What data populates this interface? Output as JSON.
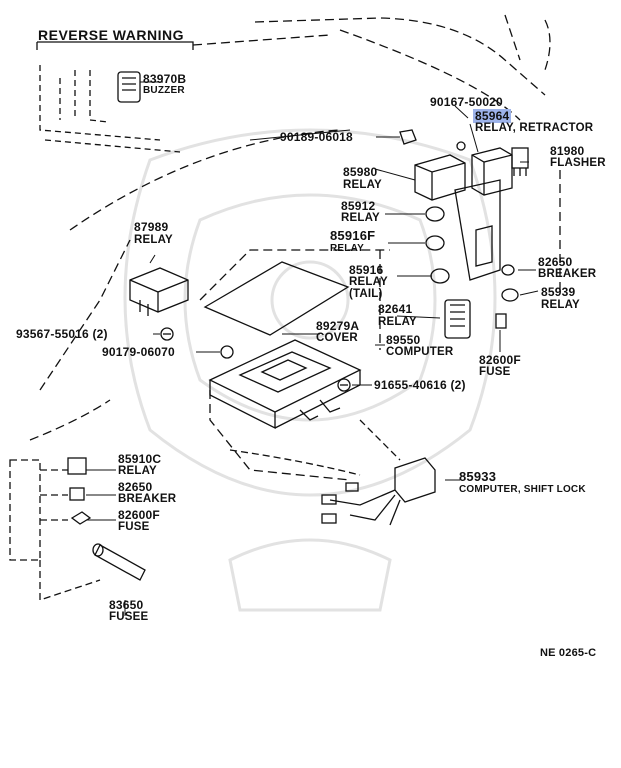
{
  "section_title": "REVERSE WARNING",
  "diagram_code": "NE 0265-C",
  "colors": {
    "highlight": "#9db3ea",
    "line": "#111111",
    "watermark": "#e2e2e2"
  },
  "parts": {
    "p83970B": {
      "number": "83970B",
      "name": "BUZZER"
    },
    "p90167": {
      "number": "90167-50020"
    },
    "p85964": {
      "number": "85964",
      "name": "RELAY, RETRACTOR"
    },
    "p90189": {
      "number": "90189-06018"
    },
    "p81980": {
      "number": "81980",
      "name": "FLASHER"
    },
    "p85980": {
      "number": "85980",
      "name": "RELAY"
    },
    "p85912": {
      "number": "85912",
      "name": "RELAY"
    },
    "p85916F": {
      "number": "85916F",
      "name": "RELAY"
    },
    "p87989": {
      "number": "87989",
      "name": "RELAY"
    },
    "p82650a": {
      "number": "82650",
      "name": "BREAKER"
    },
    "p85916": {
      "number": "85916",
      "name": "RELAY",
      "note": "(TAIL)"
    },
    "p85939": {
      "number": "85939",
      "name": "RELAY"
    },
    "p82641": {
      "number": "82641",
      "name": "RELAY"
    },
    "p93567": {
      "number": "93567-55016 (2)"
    },
    "p89279A": {
      "number": "89279A",
      "name": "COVER"
    },
    "p89550": {
      "number": "89550",
      "name": "COMPUTER"
    },
    "p82600Fa": {
      "number": "82600F",
      "name": "FUSE"
    },
    "p90179": {
      "number": "90179-06070"
    },
    "p91655": {
      "number": "91655-40616 (2)"
    },
    "p85910C": {
      "number": "85910C",
      "name": "RELAY"
    },
    "p85933": {
      "number": "85933",
      "name": "COMPUTER, SHIFT LOCK"
    },
    "p82650b": {
      "number": "82650",
      "name": "BREAKER"
    },
    "p82600Fb": {
      "number": "82600F",
      "name": "FUSE"
    },
    "p83650": {
      "number": "83650",
      "name": "FUSEE"
    }
  }
}
